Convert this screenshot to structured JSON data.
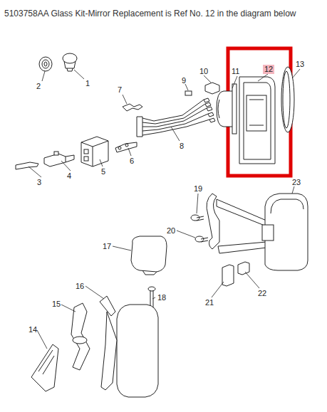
{
  "diagram": {
    "title": "5103758AA Glass Kit-Mirror Replacement is Ref No. 12 in the diagram below",
    "nodes": [
      {
        "text": [
          "11",
          "12"
        ]
      }
    ],
    "labels": [
      "1",
      "2",
      "3",
      "4",
      "5",
      "6",
      "7",
      "8",
      "9",
      "10",
      "13",
      "14",
      "15",
      "16",
      "17",
      "18",
      "19",
      "20",
      "21",
      "22",
      "23"
    ]
  }
}
